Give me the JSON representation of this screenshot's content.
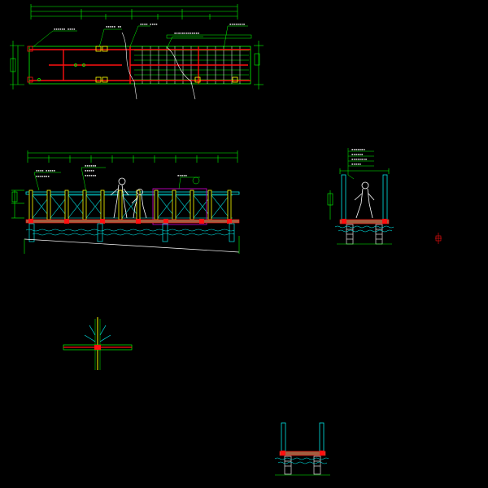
{
  "drawing": {
    "background": "#000000",
    "colors": {
      "green": "#00ff00",
      "red": "#ff1010",
      "cyan": "#00e5e5",
      "yellow": "#ffff00",
      "white": "#e6e6e6",
      "magenta": "#c000c0",
      "brown": "#a06040",
      "gray": "#9a9a9a"
    },
    "views": [
      {
        "name": "plan-view",
        "icon": "plan-view-icon"
      },
      {
        "name": "side-elevation",
        "icon": "elevation-icon"
      },
      {
        "name": "cross-section",
        "icon": "section-icon"
      },
      {
        "name": "railing-post-detail",
        "icon": "post-detail-icon"
      },
      {
        "name": "joint-detail",
        "icon": "joint-detail-icon"
      },
      {
        "name": "end-section-detail",
        "icon": "end-section-icon"
      }
    ]
  }
}
